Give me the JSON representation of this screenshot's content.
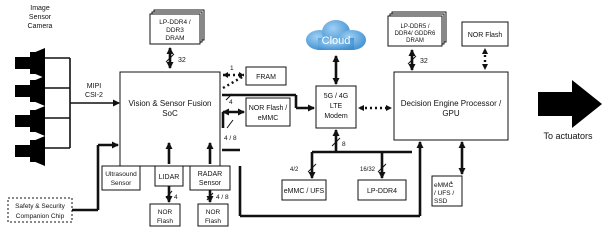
{
  "cameras": {
    "label_lines": [
      "Image",
      "Sensor",
      "Camera"
    ],
    "icon": "camera-icon",
    "count": 4
  },
  "csi": {
    "lines": [
      "MIPI",
      "CSI-2"
    ]
  },
  "soc": {
    "lines": [
      "Vision & Sensor Fusion",
      "SoC"
    ]
  },
  "dram_soc": {
    "lines": [
      "LP-DDR4 /",
      "DDR3",
      "DRAM"
    ],
    "width": "32"
  },
  "fram": {
    "label": "FRAM",
    "bus1": "1",
    "bus2": "4"
  },
  "nor_emmc": {
    "lines": [
      "NOR Flash /",
      "eMMC"
    ],
    "width": "4 / 8"
  },
  "ultrasound": {
    "lines": [
      "Ultrasound",
      "Sensor"
    ]
  },
  "lidar": {
    "label": "LIDAR"
  },
  "radar": {
    "lines": [
      "RADAR",
      "Sensor"
    ]
  },
  "nor_lidar": {
    "lines": [
      "NOR",
      "Flash"
    ],
    "width": "4"
  },
  "nor_radar": {
    "lines": [
      "NOR",
      "Flash"
    ],
    "width": "4 / 8"
  },
  "safety": {
    "lines": [
      "Safety & Security",
      "Companion Chip"
    ]
  },
  "cloud": {
    "label": "Cloud"
  },
  "modem": {
    "lines": [
      "5G / 4G",
      "LTE",
      "Modem"
    ],
    "width": "8"
  },
  "emmc_ufs": {
    "label": "eMMC / UFS",
    "width": "4/2"
  },
  "lpddr4": {
    "label": "LP-DDR4",
    "width": "16/32"
  },
  "dram_gpu": {
    "lines": [
      "LP-DDR5 /",
      "DDR4/ GDDR6",
      "DRAM"
    ],
    "width": "32"
  },
  "nor_gpu": {
    "label": "NOR Flash"
  },
  "gpu": {
    "lines": [
      "Decision Engine Processor /",
      "GPU"
    ]
  },
  "emmc_ssd": {
    "lines": [
      "eMMC",
      "/ UFS /",
      "SSD"
    ],
    "superscript": "1"
  },
  "output": {
    "label": "To actuators",
    "icon": "arrow-right-icon"
  },
  "colors": {
    "line": "#111111",
    "cloud_fill": "#5aa7e0",
    "cloud_text": "#ffffff"
  }
}
